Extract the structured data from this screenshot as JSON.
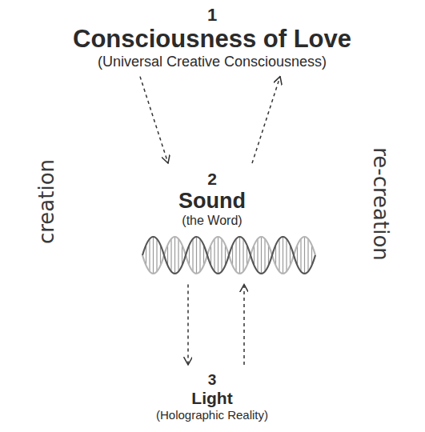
{
  "diagram": {
    "nodes": [
      {
        "text": [
          "1",
          "Consciousness of Love",
          "(Universal Creative Consciousness)"
        ]
      },
      {
        "text": [
          "2",
          "Sound",
          "(the Word)"
        ]
      },
      {
        "text": [
          "3",
          "Light",
          "(Holographic Reality)"
        ]
      }
    ],
    "edges": [
      {
        "from": 0,
        "to": 1,
        "arrow": "to"
      },
      {
        "from": 1,
        "to": 0,
        "arrow": "to"
      },
      {
        "from": 1,
        "to": 2,
        "arrow": "to"
      },
      {
        "from": 2,
        "to": 1,
        "arrow": "to"
      }
    ],
    "labels": [
      "creation",
      "re-creation"
    ]
  }
}
